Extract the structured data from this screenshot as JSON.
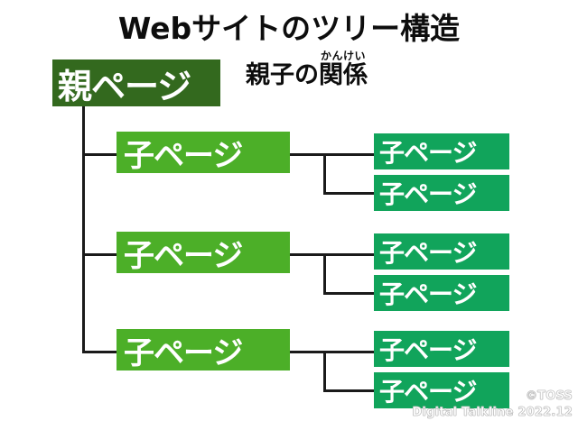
{
  "slide": {
    "title": "Webサイトのツリー構造",
    "background_color": "#ffffff"
  },
  "annotation": {
    "prefix": "親子の",
    "ruby_base": "関係",
    "ruby_text": "かんけい"
  },
  "colors": {
    "parent_box": "#33691e",
    "child_box": "#4caf28",
    "grandchild_box": "#11a45b",
    "line": "#1a1a1a",
    "text_on_box": "#ffffff",
    "title_text": "#0d0d0d"
  },
  "tree": {
    "root": {
      "label": "親ページ"
    },
    "children": [
      {
        "label": "子ページ",
        "grandchildren": [
          {
            "label": "子ページ"
          },
          {
            "label": "子ページ"
          }
        ]
      },
      {
        "label": "子ページ",
        "grandchildren": [
          {
            "label": "子ページ"
          },
          {
            "label": "子ページ"
          }
        ]
      },
      {
        "label": "子ページ",
        "grandchildren": [
          {
            "label": "子ページ"
          },
          {
            "label": "子ページ"
          }
        ]
      }
    ]
  },
  "watermark": {
    "line1": "©TOSS",
    "line2": "Digital Talkline 2022.12"
  }
}
